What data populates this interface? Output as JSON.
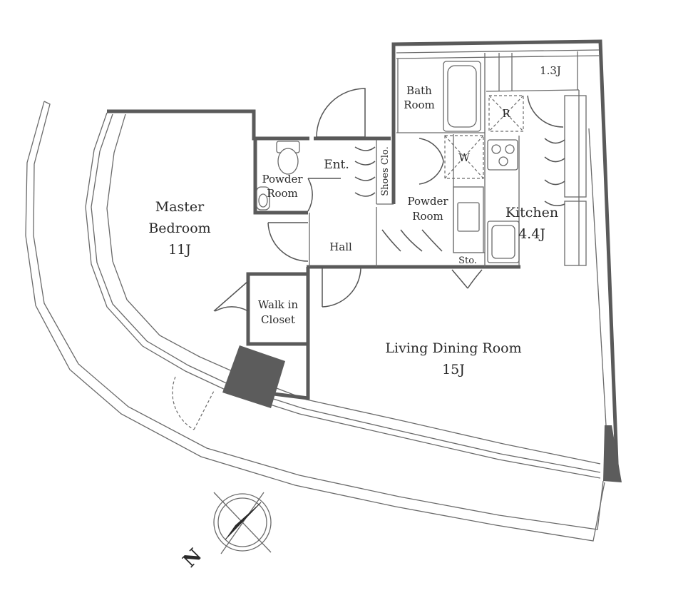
{
  "rooms": {
    "master_bedroom": {
      "line1": "Master",
      "line2": "Bedroom",
      "size": "11J"
    },
    "powder_room_1": {
      "line1": "Powder",
      "line2": "Room"
    },
    "entrance": {
      "label": "Ent."
    },
    "shoes_closet": {
      "label": "Shoes Clo."
    },
    "bath_room": {
      "line1": "Bath",
      "line2": "Room"
    },
    "powder_room_2": {
      "line1": "Powder",
      "line2": "Room"
    },
    "kitchen": {
      "label": "Kitchen",
      "size": "4.4J"
    },
    "storage_small": {
      "size": "1.3J"
    },
    "hall": {
      "label": "Hall"
    },
    "storage": {
      "label": "Sto."
    },
    "walk_in_closet": {
      "line1": "Walk in",
      "line2": "Closet"
    },
    "living_dining": {
      "label": "Living Dining Room",
      "size": "15J"
    }
  },
  "appliances": {
    "refrigerator": "R",
    "washer": "W"
  },
  "compass": {
    "north_label": "N"
  },
  "colors": {
    "wall": "#5a5a5a",
    "column": "#5c5c5c",
    "line": "#6a6a6a"
  }
}
